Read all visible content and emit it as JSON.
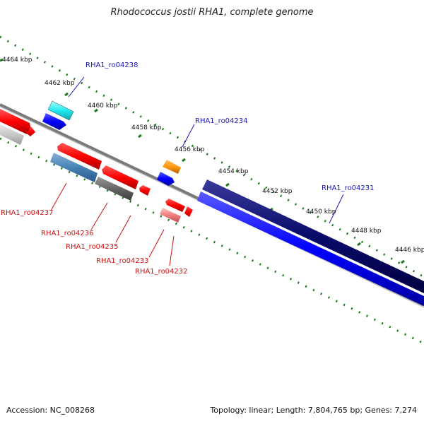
{
  "title": "Rhodococcus jostii RHA1, complete genome",
  "footer": {
    "accession": "Accession: NC_008268",
    "stats": "Topology: linear; Length: 7,804,765 bp; Genes: 7,274"
  },
  "scale_labels": [
    "4464 kbp",
    "4462 kbp",
    "4460 kbp",
    "4458 kbp",
    "4456 kbp",
    "4454 kbp",
    "4452 kbp",
    "4450 kbp",
    "4448 kbp",
    "4446 kbp"
  ],
  "gene_labels": {
    "forward": [
      "RHA1_ro04238",
      "RHA1_ro04234",
      "RHA1_ro04231"
    ],
    "reverse": [
      "RHA1_ro04237",
      "RHA1_ro04236",
      "RHA1_ro04235",
      "RHA1_ro04233",
      "RHA1_ro04232"
    ]
  },
  "colors": {
    "forward_label": "#1a1ab4",
    "reverse_label": "#cc1111",
    "tick": "#1f7a1f",
    "backbone": "#7a7a7a"
  }
}
